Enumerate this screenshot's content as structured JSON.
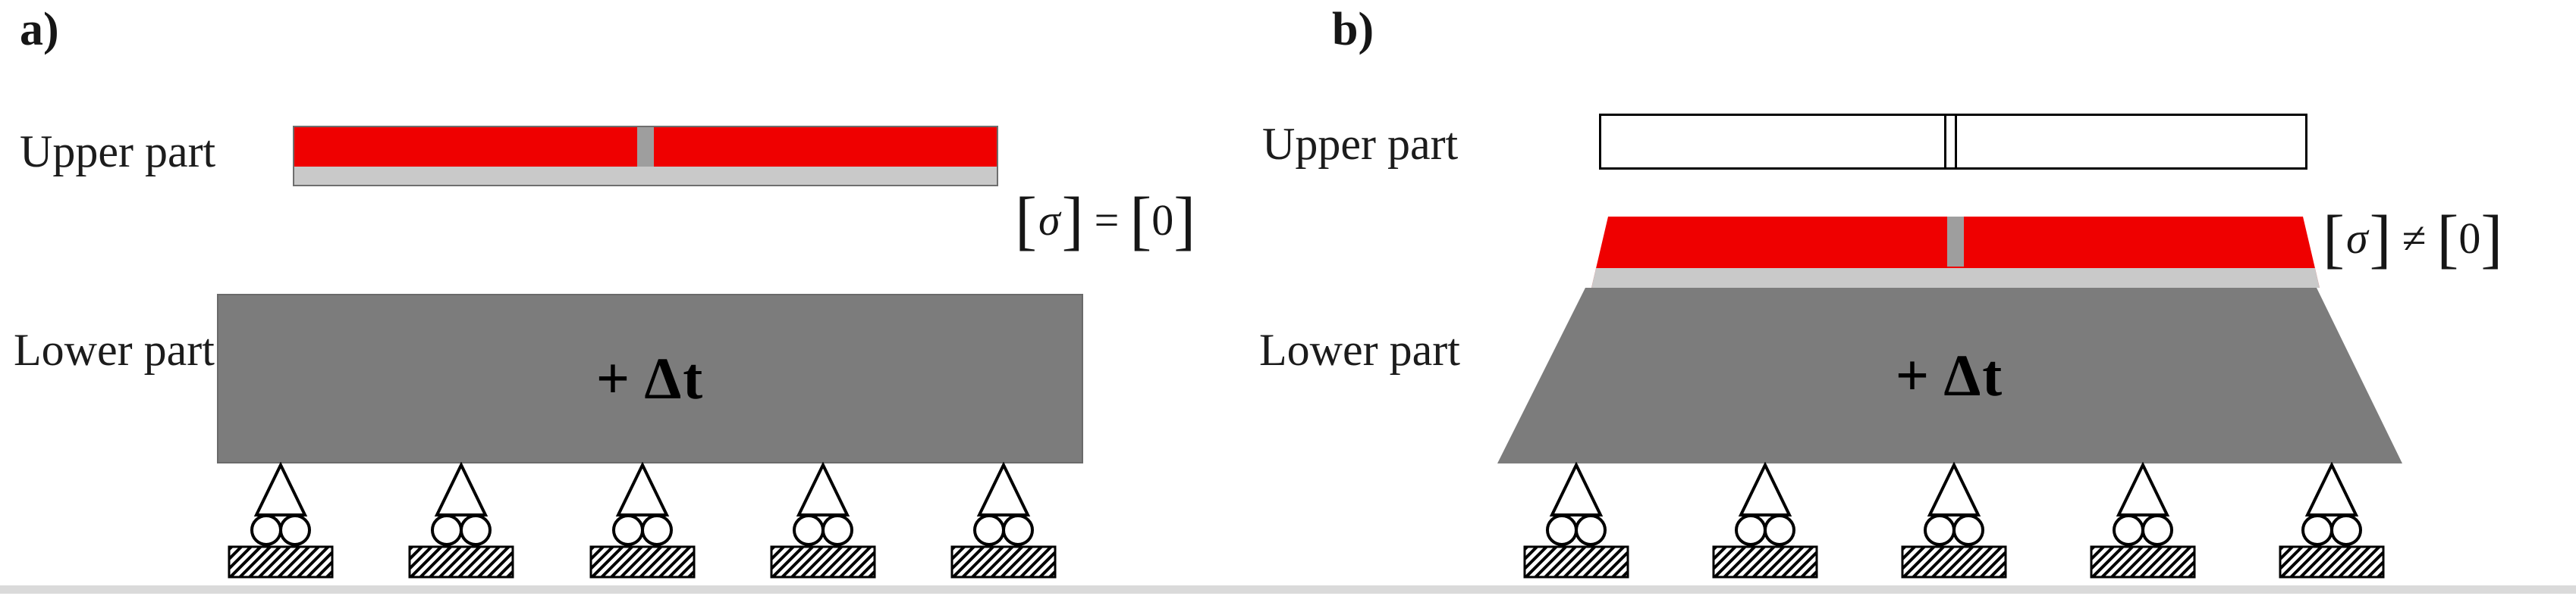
{
  "colors": {
    "red_layer": "#ef0000",
    "interlayer_gray": "#c9c9c9",
    "notch_gray": "#9e9e9e",
    "lower_body_gray": "#7c7c7c",
    "outline": "#000000"
  },
  "panel_a": {
    "letter": "a)",
    "upper_label": "Upper part",
    "lower_label": "Lower part",
    "delta_label": "+ Δt",
    "equation": {
      "open1": "[",
      "sigma": "σ",
      "close1": "]",
      "relation": "=",
      "open2": "[",
      "zero": "0",
      "close2": "]"
    },
    "supports_count": 5
  },
  "panel_b": {
    "letter": "b)",
    "upper_label": "Upper part",
    "lower_label": "Lower part",
    "delta_label": "+ Δt",
    "equation": {
      "open1": "[",
      "sigma": "σ",
      "close1": "]",
      "relation": "≠",
      "open2": "[",
      "zero": "0",
      "close2": "]"
    },
    "supports_count": 5
  }
}
